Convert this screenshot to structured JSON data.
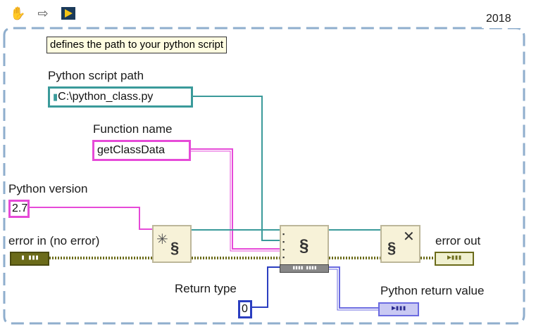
{
  "toolbar": {
    "icons": [
      "hand-icon",
      "forward-arrow-icon",
      "labview-run-icon"
    ]
  },
  "structure": {
    "subdiagram_label": "2018"
  },
  "comment": {
    "text": "defines the path to your python script"
  },
  "controls": {
    "script_path": {
      "label": "Python script path",
      "value": "C:\\python_class.py"
    },
    "function_name": {
      "label": "Function name",
      "value": "getClassData"
    },
    "python_version": {
      "label": "Python version",
      "value": "2.7"
    },
    "error_in": {
      "label": "error in (no error)"
    },
    "return_type": {
      "label": "Return type",
      "value": "0"
    }
  },
  "indicators": {
    "error_out": {
      "label": "error out"
    },
    "python_return": {
      "label": "Python return value"
    }
  },
  "colors": {
    "path_wire": "#3a9a9a",
    "string_wire": "#e64ad8",
    "error_wire": "#6b6b1a",
    "variant_wire": "#6a6ae0",
    "numeric_wire": "#2b3ec0",
    "frame_border": "#8faecd"
  }
}
